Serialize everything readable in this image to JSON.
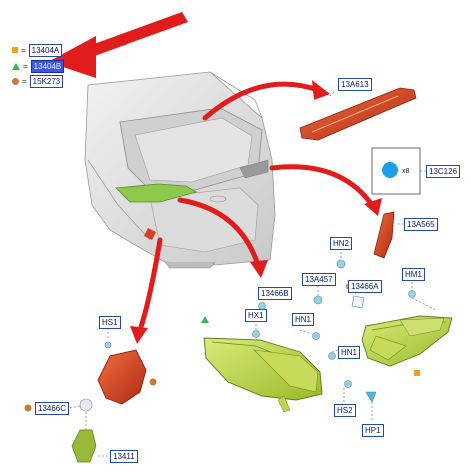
{
  "legend": [
    {
      "symbol": "square",
      "code": "13404A",
      "highlighted": false
    },
    {
      "symbol": "triangle",
      "code": "13404B",
      "highlighted": true
    },
    {
      "symbol": "circle",
      "code": "15K273",
      "highlighted": false
    }
  ],
  "parts": {
    "p13A613": "13A613",
    "p13C126": "13C126",
    "p13A565": "13A565",
    "hn2": "HN2",
    "p13A457": "13A457",
    "p13466B": "13466B",
    "p13466A": "13466A",
    "hm1": "HM1",
    "hx1": "HX1",
    "hn1a": "HN1",
    "hn1b": "HN1",
    "hs1": "HS1",
    "hs2": "HS2",
    "hp1": "HP1",
    "p13466C": "13466C",
    "p13411": "13411"
  },
  "fastener_count": "x8",
  "colors": {
    "arrow_red": "#e01c1c",
    "lamp_red": "#d8401a",
    "lens_green": "#b8d43a",
    "label_blue": "#2a4aa0",
    "highlight": "#3d57e0",
    "clip_blue": "#1aa0e6"
  }
}
